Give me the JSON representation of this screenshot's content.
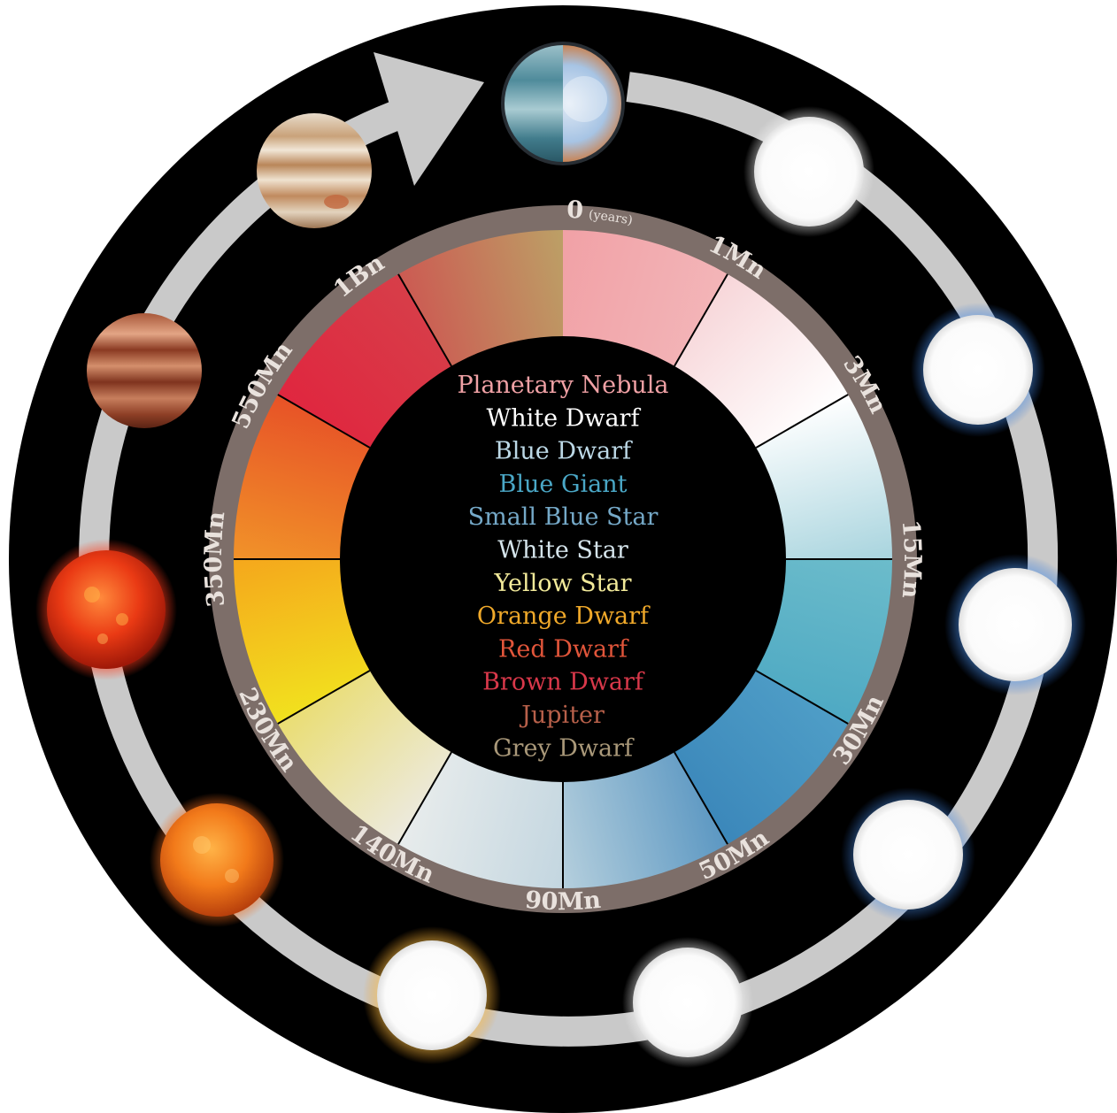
{
  "timeline": {
    "labels": [
      {
        "text": "0",
        "extra": "(years)"
      },
      {
        "text": "1Mn"
      },
      {
        "text": "3Mn"
      },
      {
        "text": "15Mn"
      },
      {
        "text": "30Mn"
      },
      {
        "text": "50Mn"
      },
      {
        "text": "90Mn"
      },
      {
        "text": "140Mn"
      },
      {
        "text": "230Mn"
      },
      {
        "text": "350Mn"
      },
      {
        "text": "550Mn"
      },
      {
        "text": "1Bn"
      }
    ]
  },
  "stages": [
    {
      "name": "Planetary Nebula",
      "color": "#f0a1a5"
    },
    {
      "name": "White Dwarf",
      "color": "#ffffff"
    },
    {
      "name": "Blue Dwarf",
      "color": "#bcd8e6"
    },
    {
      "name": "Blue Giant",
      "color": "#4aa7c6"
    },
    {
      "name": "Small Blue Star",
      "color": "#75a9c8"
    },
    {
      "name": "White Star",
      "color": "#d4e3ea"
    },
    {
      "name": "Yellow Star",
      "color": "#f2ea9a"
    },
    {
      "name": "Orange Dwarf",
      "color": "#f0a92a"
    },
    {
      "name": "Red Dwarf",
      "color": "#e1553a"
    },
    {
      "name": "Brown Dwarf",
      "color": "#d9384a"
    },
    {
      "name": "Jupiter",
      "color": "#b7604a"
    },
    {
      "name": "Grey Dwarf",
      "color": "#a99879"
    }
  ],
  "segment_colors": [
    [
      "#f1a1a6",
      "#f3b5b8"
    ],
    [
      "#f7d6d9",
      "#ffffff"
    ],
    [
      "#ffffff",
      "#a8d4de"
    ],
    [
      "#6cbccb",
      "#4ea9c3"
    ],
    [
      "#4f9ec7",
      "#3b87ba"
    ],
    [
      "#5b97c2",
      "#b5cfdd"
    ],
    [
      "#c3d6e0",
      "#e8ecec"
    ],
    [
      "#eceae0",
      "#eadd72"
    ],
    [
      "#f1e21e",
      "#f5a71c"
    ],
    [
      "#f19329",
      "#e75227"
    ],
    [
      "#e0263f",
      "#d73e49"
    ],
    [
      "#cc5a52",
      "#bca066"
    ]
  ],
  "colors": {
    "background": "#000000",
    "ring_band": "#7d6e69",
    "track": "#c9c9c9"
  },
  "icons": {
    "arrow": "arrow-icon",
    "bodies": [
      "planetary-nebula-icon",
      "white-dwarf-icon",
      "blue-dwarf-icon",
      "blue-giant-icon",
      "small-blue-star-icon",
      "white-star-icon",
      "yellow-star-icon",
      "orange-dwarf-icon",
      "red-dwarf-icon",
      "brown-dwarf-icon",
      "jupiter-icon"
    ]
  }
}
